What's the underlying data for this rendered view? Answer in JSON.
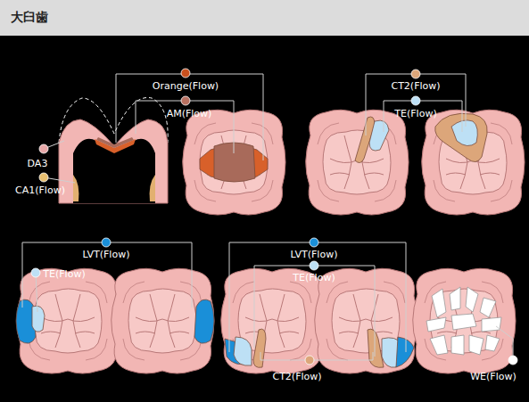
{
  "diagram": {
    "title": "大臼歯",
    "labels": [
      "Orange(Flow)",
      "AM(Flow)",
      "DA3",
      "CA1(Flow)",
      "CT2(Flow)",
      "TE(Flow)",
      "LVT(Flow)",
      "TE(Flow)",
      "LVT(Flow)",
      "TE(Flow)",
      "CT2(Flow)",
      "WE(Flow)"
    ]
  }
}
